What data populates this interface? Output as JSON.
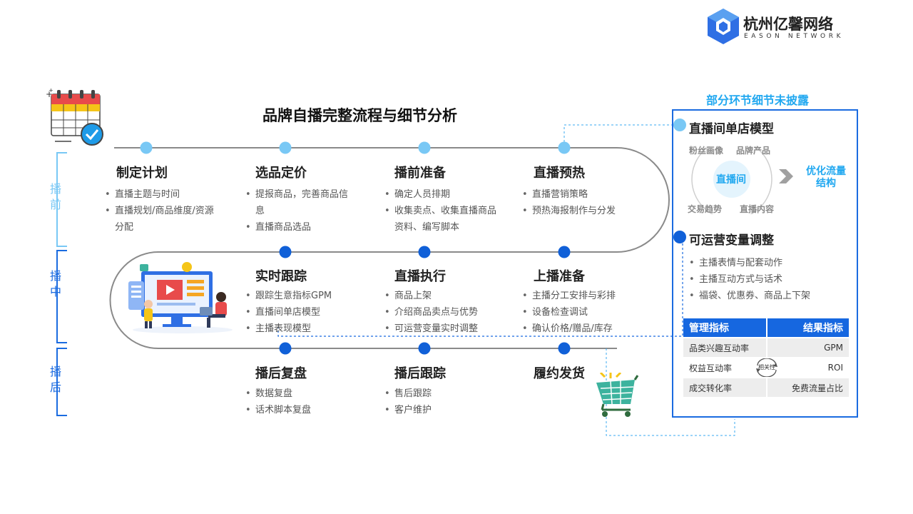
{
  "title": "品牌自播完整流程与细节分析",
  "logo": {
    "name": "杭州亿馨网络",
    "sub": "EASON NETWORK"
  },
  "phases": {
    "pre": [
      "播",
      "前"
    ],
    "mid": [
      "播",
      "中"
    ],
    "post": [
      "播",
      "后"
    ]
  },
  "steps": [
    {
      "title": "制定计划",
      "items": [
        "直播主题与时间",
        "直播规划/商品维度/资源分配"
      ]
    },
    {
      "title": "选品定价",
      "items": [
        "提报商品，完善商品信息",
        "直播商品选品"
      ]
    },
    {
      "title": "播前准备",
      "items": [
        "确定人员排期",
        "收集卖点、收集直播商品资料、编写脚本"
      ]
    },
    {
      "title": "直播预热",
      "items": [
        "直播营销策略",
        "预热海报制作与分发"
      ]
    },
    {
      "title": "实时跟踪",
      "items": [
        "跟踪生意指标GPM",
        "直播间单店模型",
        "主播表现模型"
      ]
    },
    {
      "title": "直播执行",
      "items": [
        "商品上架",
        "介绍商品卖点与优势",
        "可运营变量实时调整"
      ]
    },
    {
      "title": "上播准备",
      "items": [
        "主播分工安排与彩排",
        "设备检查调试",
        "确认价格/赠品/库存"
      ]
    },
    {
      "title": "播后复盘",
      "items": [
        "数据复盘",
        "话术脚本复盘"
      ]
    },
    {
      "title": "播后跟踪",
      "items": [
        "售后跟踪",
        "客户维护"
      ]
    },
    {
      "title": "履约发货",
      "items": []
    }
  ],
  "panel": {
    "title": "部分环节细节未披露",
    "model": {
      "title": "直播间单店模型",
      "center": "直播间",
      "corners": [
        "粉丝画像",
        "品牌产品",
        "交易趋势",
        "直播内容"
      ],
      "result": [
        "优化流量",
        "结构"
      ]
    },
    "variables": {
      "title": "可运营变量调整",
      "items": [
        "主播表情与配套动作",
        "主播互动方式与话术",
        "福袋、优惠券、商品上下架"
      ]
    },
    "metrics": {
      "headers": [
        "管理指标",
        "结果指标"
      ],
      "rows": [
        [
          "品类兴趣互动率",
          "GPM"
        ],
        [
          "权益互动率",
          "ROI"
        ],
        [
          "成交转化率",
          "免费流量占比"
        ]
      ],
      "relation": "相关性"
    }
  },
  "colors": {
    "accent": "#1a6be0",
    "light_dot": "#79c8f5",
    "dark_dot": "#1060d8",
    "panel_title": "#21a8f0"
  }
}
